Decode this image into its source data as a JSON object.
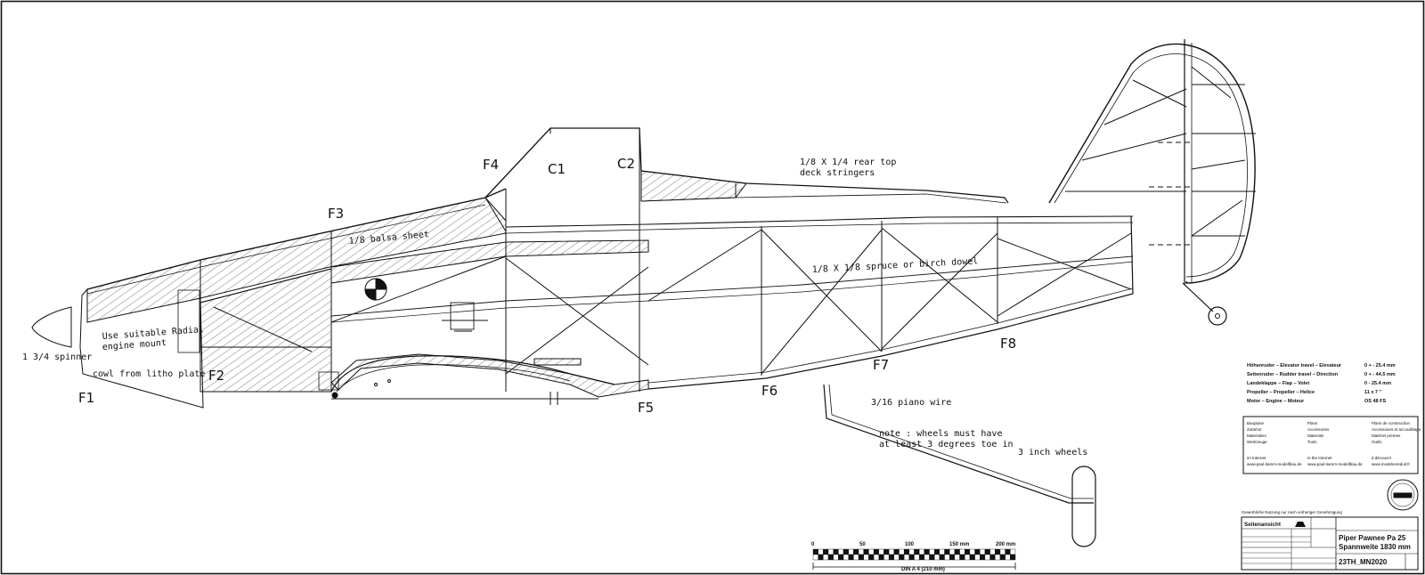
{
  "drawing": {
    "former_labels": [
      "F1",
      "F2",
      "F3",
      "F4",
      "C1",
      "C2",
      "F5",
      "F6",
      "F7",
      "F8"
    ],
    "notes": {
      "stringers_1": "1/8 X 1/4 rear top",
      "stringers_2": "deck stringers",
      "balsa": "1/8 balsa sheet",
      "dowel": "1/8 X 1/8 spruce or birch dowel",
      "mount_1": "Use suitable Radial",
      "mount_2": "engine mount",
      "spinner": "1 3/4 spinner",
      "cowl": "cowl from litho plate",
      "wire": "3/16 piano wire",
      "toe_1": "note : wheels must have",
      "toe_2": "at least 3 degrees toe in",
      "wheels": "3 inch wheels"
    }
  },
  "specs": [
    {
      "label": "Höhenruder – Elevator travel – Elevateur",
      "value": "0 + - 25.4 mm"
    },
    {
      "label": "Seitenruder – Rudder travel – Direction",
      "value": "0 + - 44.5 mm"
    },
    {
      "label": "Landeklappe – Flap – Volet",
      "value": "0    - 25.4 mm"
    },
    {
      "label": "Propeller – Propeller – Helice",
      "value": "11 x 7 \""
    },
    {
      "label": "Motor – Engine – Moteur",
      "value": "OS 48 FS"
    }
  ],
  "legend": {
    "col1": [
      "Bauplane",
      "Zubehor",
      "Materialien",
      "Werkzeuge"
    ],
    "col2": [
      "Plans",
      "Accessories",
      "Materials",
      "Tools"
    ],
    "col3": [
      "Plans de construction",
      "Accessoires et accouillitage",
      "Matériel premier",
      "Outils"
    ],
    "web1_label": "im Internet",
    "web1_url": "www.paul-tiamm-modellbau.de",
    "web2_label": "in the Internet",
    "web2_url": "www.paul-tiamm-modellbau.de",
    "web3_label": "à découvrir",
    "web3_url": "www.modelesreduit.fr"
  },
  "title_block": {
    "notice": "Gewerbliche Nutzung nur nach vorheriger Genehmigung",
    "view": "Seitenansicht",
    "name": "Piper Pawnee Pa 25",
    "span": "Spannweite 1830 mm",
    "code": "23TH_MN2020"
  },
  "scale_bar": {
    "ticks": [
      "0",
      "50",
      "100",
      "150 mm",
      "200 mm"
    ],
    "caption": "DIN A 4 (210 mm)"
  },
  "colors": {
    "ink": "#111111",
    "paper": "#ffffff"
  }
}
